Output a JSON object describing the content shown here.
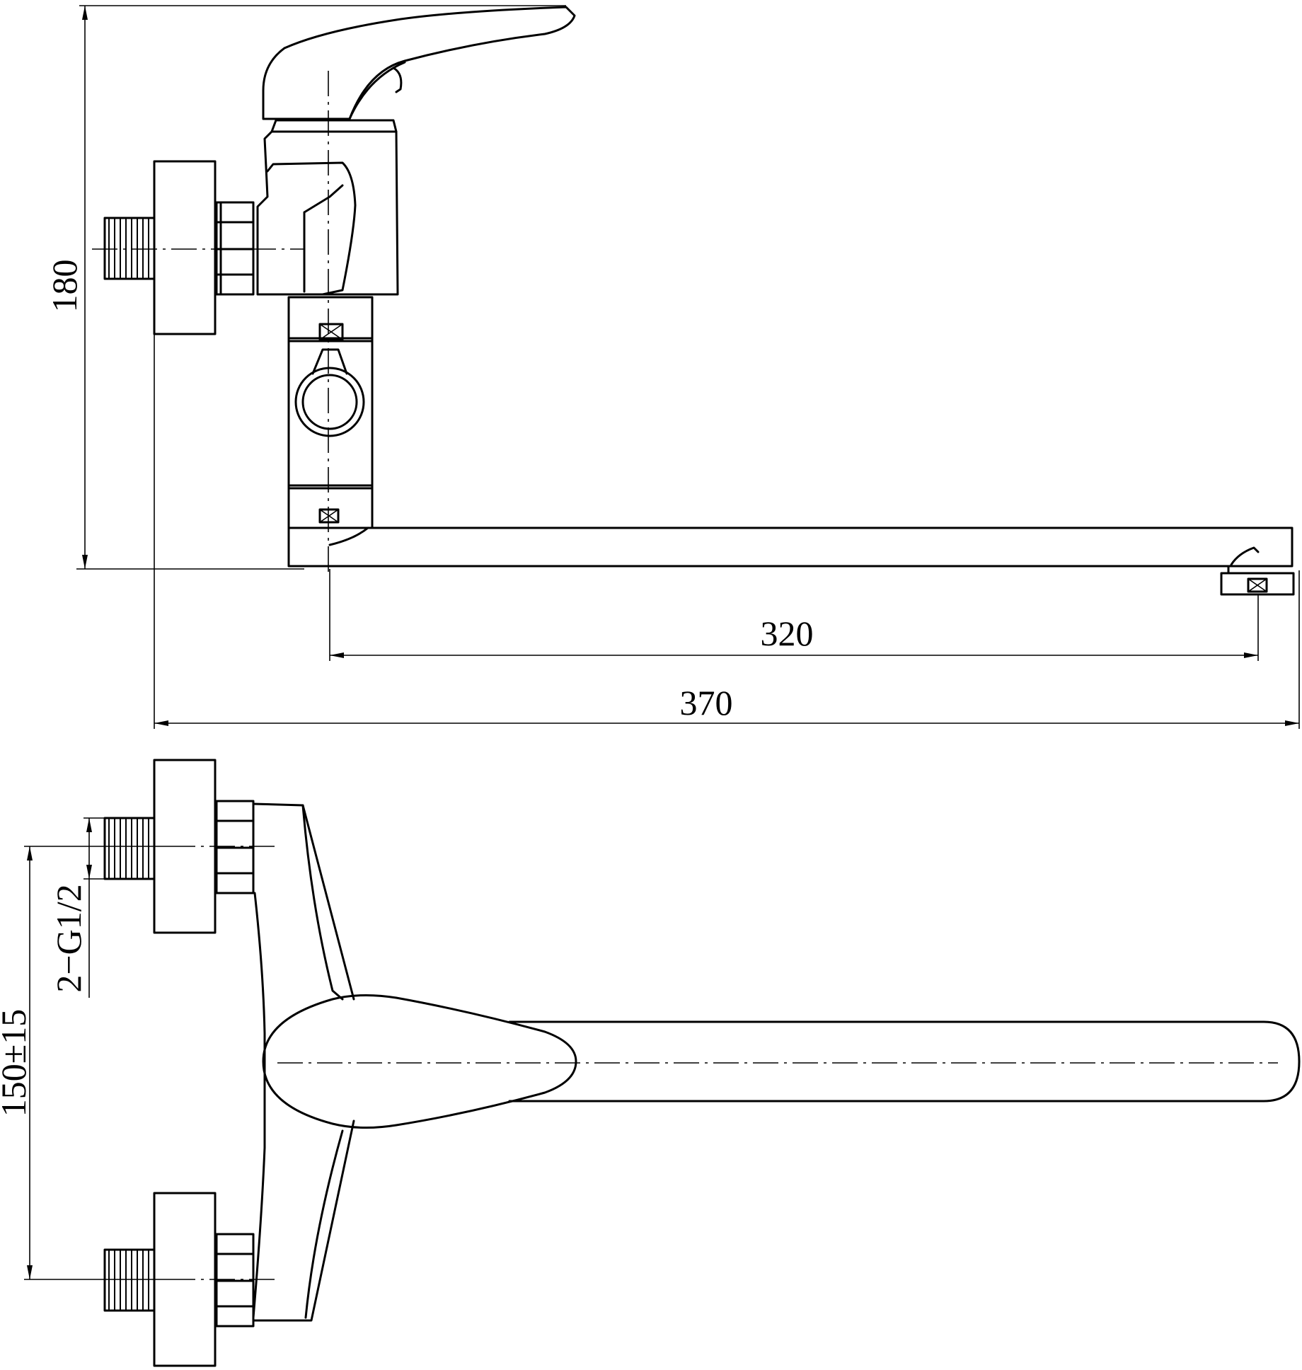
{
  "dimensions": {
    "height_total": "180",
    "spout_reach": "320",
    "overall_length": "370",
    "thread_spec": "2−G1/2",
    "inlet_spacing": "150±15"
  },
  "colors": {
    "line": "#000000",
    "background": "#ffffff"
  }
}
